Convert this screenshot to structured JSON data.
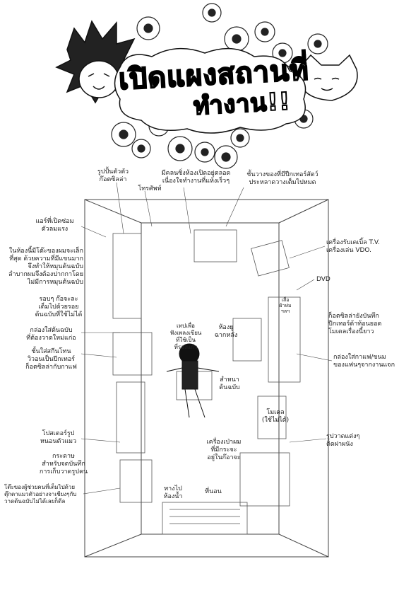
{
  "title": {
    "line1": "เปิดแผงสถานที่",
    "line2": "ทำงาน!!"
  },
  "labels": {
    "stool_figure": "รูปปั้นตัวตัว\nก๊อตซิลล่า",
    "computer": "โทรศัพท์",
    "window_sill": "มีคลนซิ่งห้องเปิดอยู่ตลอด\nเนื่องใจทำงานที่แห้งเร็วๆ",
    "shelf_top": "ชั้นวางของที่มีปีกเทอร์สัตว์\nประหลาดวางเต็มไปหมด",
    "aircon": "แอร์ที่เปิดซ่อม\nตัวลมแรง",
    "desk_note": "ในห้องนี้มีโต๊ะของผมจะเล็ก\nที่สุด ด้วยความที่มีแขนมาก\nจึงทำให้หมุนต้นฉบับ\nลำบากผมจึงต้องปากกาโดย\nไม่มีการหมุนต้นฉบับ",
    "tv": "เครื่องรับเคเบิ้ล T.V.\nเครื่องเล่น VDO.",
    "dvd": "DVD",
    "towels": "รอบๆ ก๊อจะละ\nเต็มไปด้วยรอย\nต้นฉบับที่ใช้ไม่ได้",
    "shelf_books": "เสื่อ\nผ้าห่ม\nฯลฯ",
    "mid_left_desk": "เทปเพื่อ\nฟังเพลงเขียน\nที่ใช้เป็น\nที่รองแก้ว",
    "printer": "ห้องยู\nฉากหลัง",
    "sofa_note": "ก็อตซิลล่ายังบันทึก\nปีกเทอร์ด้าท้อนยอด\nโมเดลเรื่องนี้ยาว",
    "boxes_left": "กล่องใส่ต้นฉบับ\nที่ต้องวาดใหม่แก่อ",
    "assistant_box": "ชั้นใส่สกีนโทน\nวิวอนเป็นปีกเทอร์\nก็อตซิลล่ากับกาแฟ",
    "snack_box": "กล่องใส่กาแฟ/ขนม\nของแฟนๆจากงานแจก",
    "manuscript": "สำหนา\nต้นฉบับ",
    "poster": "โปสเตอร์รูป\nหนอนตัวแมว",
    "model": "โมเดล\n(ใช้ไม่ได้)",
    "dog_note": "กระดาษ\nสำหรับจดบันทึก\nการเก็บวาดรูปคน",
    "chairs": "เครื่องเป่าผม\nที่มีกระจะ\nอยู่ในก๊อาจะ",
    "toys": "รูปวาดแต่งๆ\nติดฝาผนัง",
    "door_left": "โต๊ะของผู้ช่วยคนที่เต็มไปด้วย\nตุ๊กตาแมวตัวอย่างจาเชียงๆกับ\nวาดต้นฉบับไม่ได้เลยก็ดีล",
    "door_mid": "ทางไป\nห้องน้ำ",
    "bed": "ที่นอน"
  }
}
